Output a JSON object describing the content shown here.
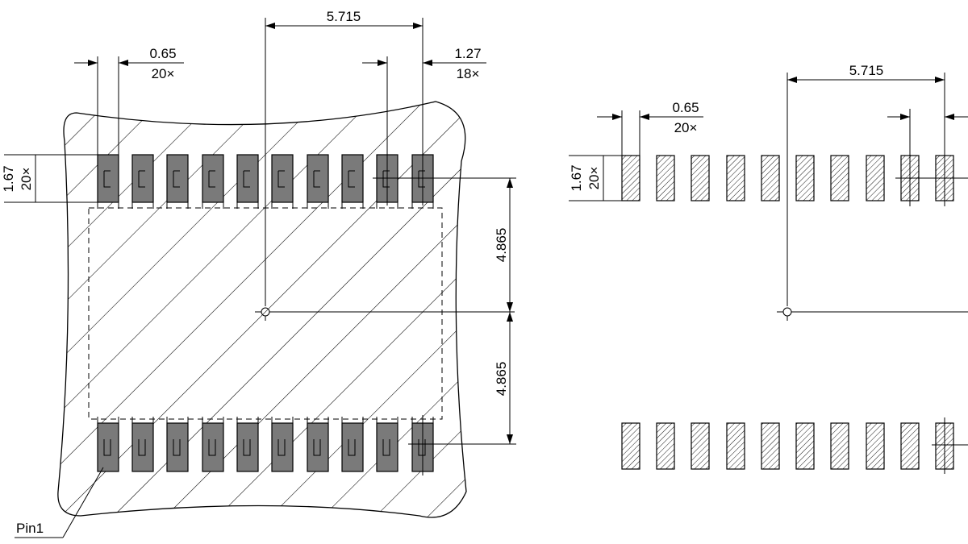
{
  "left_view": {
    "pitch_dim": "5.715",
    "pad_width_dim": "0.65",
    "pad_width_count": "20×",
    "pad_pitch_dim": "1.27",
    "pad_pitch_count": "18×",
    "pad_height_dim": "1.67",
    "pad_height_count": "20×",
    "row_offset_top": "4.865",
    "row_offset_bottom": "4.865",
    "pin1_label": "Pin1"
  },
  "right_view": {
    "pitch_dim": "5.715",
    "pad_width_dim": "0.65",
    "pad_width_count": "20×",
    "pad_height_dim": "1.67",
    "pad_height_count": "20×"
  },
  "colors": {
    "pad_fill": "#7a7a7a",
    "line": "#000000"
  }
}
